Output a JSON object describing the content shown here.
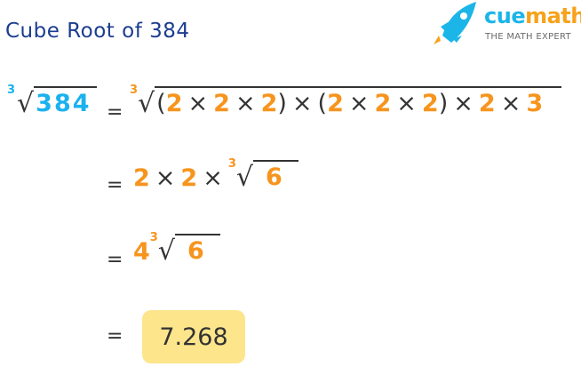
{
  "title": "Cube Root of 384",
  "logo": {
    "brand_a": "cue",
    "brand_b": "math",
    "tagline": "THE MATH EXPERT"
  },
  "colors": {
    "title": "#1b3d8f",
    "blue": "#1ab2ee",
    "orange": "#f7941d",
    "answer_bg": "#fde58c"
  },
  "root_index": "3",
  "equals": "=",
  "times": "×",
  "lhs": "384",
  "step1": {
    "open": "(",
    "close": ")",
    "f": [
      "2",
      "2",
      "2",
      "2",
      "2",
      "2",
      "2",
      "3"
    ]
  },
  "step2": {
    "f": [
      "2",
      "2"
    ],
    "radicand": "6"
  },
  "step3": {
    "coef": "4",
    "radicand": "6"
  },
  "answer": "7.268"
}
